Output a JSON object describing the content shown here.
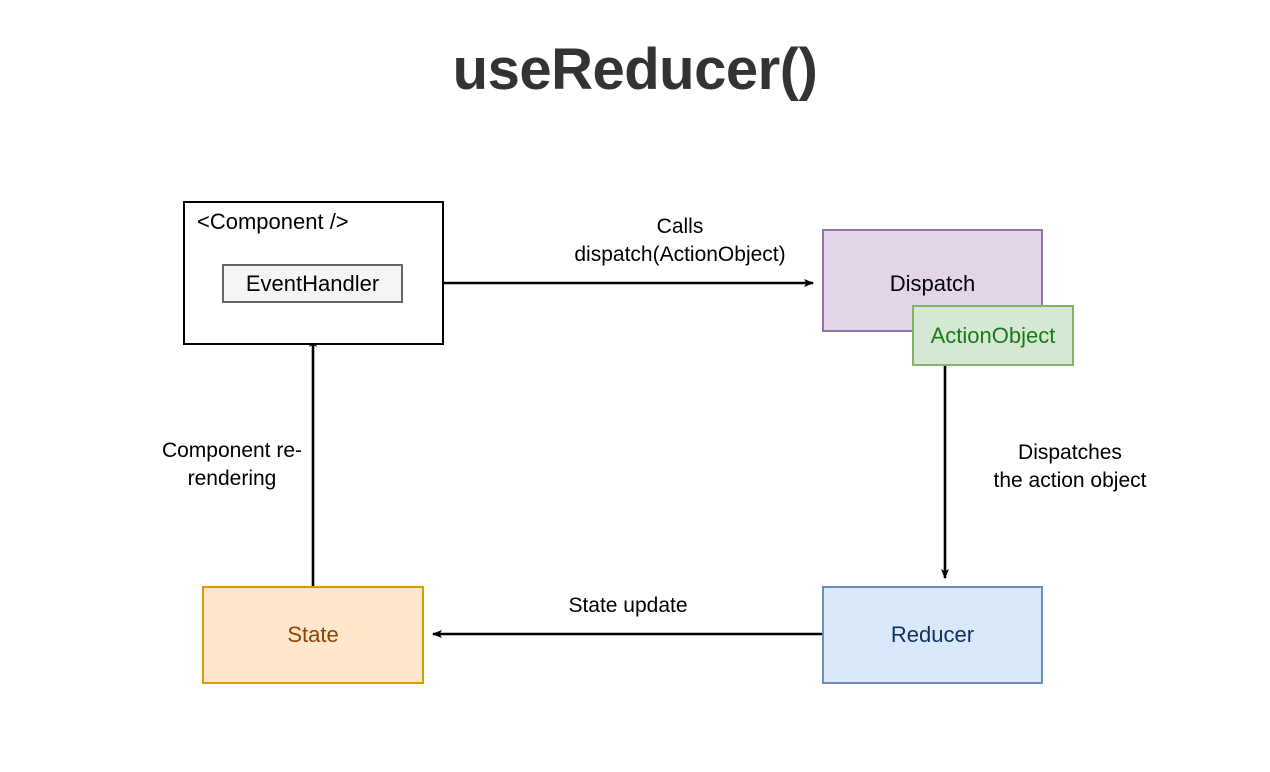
{
  "page": {
    "title": "useReducer()",
    "background": "#ffffff"
  },
  "diagram": {
    "type": "flow-diagram",
    "nodes": [
      {
        "id": "component",
        "label": "<Component />",
        "fill": "#ffffff",
        "stroke": "#000000",
        "text_color": "#000000"
      },
      {
        "id": "event-handler",
        "label": "EventHandler",
        "fill": "#f5f5f5",
        "stroke": "#666666",
        "text_color": "#000000"
      },
      {
        "id": "dispatch",
        "label": "Dispatch",
        "fill": "#e1d5e7",
        "stroke": "#9673a6",
        "text_color": "#000000"
      },
      {
        "id": "action-object",
        "label": "ActionObject",
        "fill": "#d5e8d4",
        "stroke": "#82b366",
        "text_color": "#1a7a1a"
      },
      {
        "id": "state",
        "label": "State",
        "fill": "#ffe6cc",
        "stroke": "#d79b00",
        "text_color": "#8a4500"
      },
      {
        "id": "reducer",
        "label": "Reducer",
        "fill": "#dae8fc",
        "stroke": "#6c8ebf",
        "text_color": "#10305e"
      }
    ],
    "edges": [
      {
        "id": "event-handler-to-dispatch",
        "from": "event-handler",
        "to": "dispatch",
        "label": "Calls\ndispatch(ActionObject)"
      },
      {
        "id": "action-object-to-reducer",
        "from": "action-object",
        "to": "reducer",
        "label": "Dispatches\nthe action object"
      },
      {
        "id": "reducer-to-state",
        "from": "reducer",
        "to": "state",
        "label": "State update"
      },
      {
        "id": "state-to-component",
        "from": "state",
        "to": "component",
        "label": "Component re-\nrendering"
      }
    ]
  }
}
